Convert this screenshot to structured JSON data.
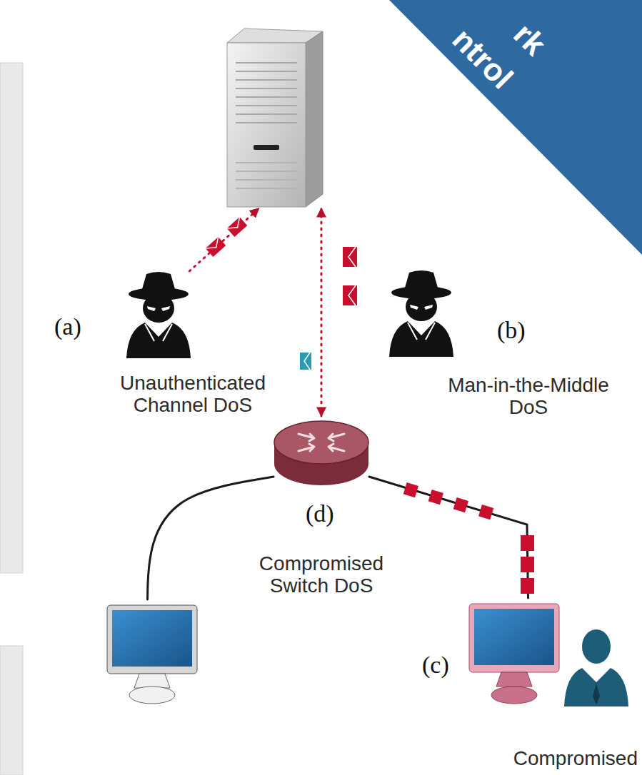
{
  "diagram": {
    "nodes": [
      {
        "text": []
      },
      {
        "text": [
          "(a)",
          "Unauthenticated Channel DoS"
        ]
      },
      {
        "text": [
          "(b)",
          "Man-in-the-Middle DoS"
        ]
      },
      {
        "text": [
          "(d)",
          "Compromised Switch DoS"
        ]
      },
      {
        "text": []
      },
      {
        "text": [
          "(c)",
          "Compromised"
        ]
      }
    ],
    "edges": [
      {
        "from": 1,
        "to": 0,
        "arrow": "to"
      },
      {
        "from": 3,
        "to": 0,
        "arrow": "both"
      },
      {
        "from": 3,
        "to": 4,
        "arrow": "none"
      },
      {
        "from": 3,
        "to": 5,
        "arrow": "none"
      }
    ],
    "labels": [
      "rk",
      "ntrol"
    ]
  }
}
